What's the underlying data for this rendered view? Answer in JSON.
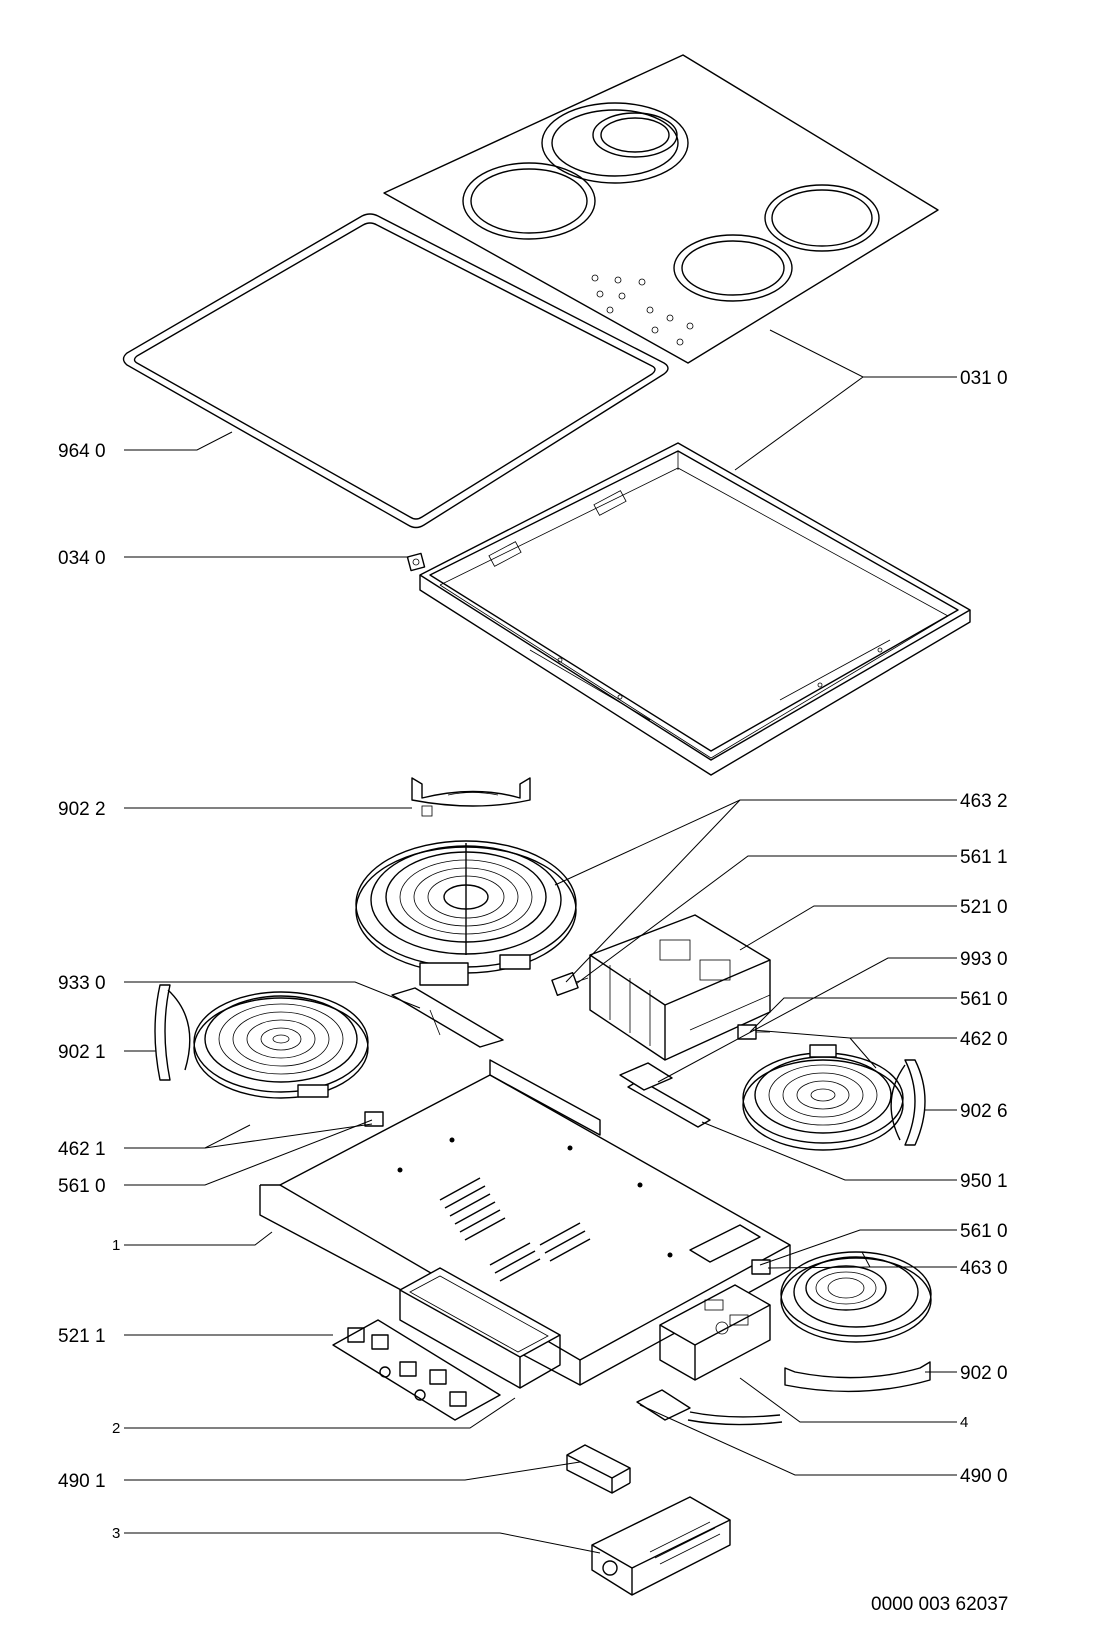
{
  "callouts": {
    "c031_0": "031 0",
    "c964_0": "964 0",
    "c034_0": "034 0",
    "c902_2": "902 2",
    "c463_2": "463 2",
    "c561_1": "561 1",
    "c521_0": "521 0",
    "c933_0": "933 0",
    "c993_0": "993 0",
    "c561_0a": "561 0",
    "c902_1": "902 1",
    "c462_0": "462 0",
    "c902_6": "902 6",
    "c462_1": "462 1",
    "c561_0b": "561 0",
    "c950_1": "950 1",
    "c561_0c": "561 0",
    "c1": "1",
    "c463_0": "463 0",
    "c521_1": "521 1",
    "c902_0": "902 0",
    "c4": "4",
    "c2": "2",
    "c490_0": "490 0",
    "c490_1": "490 1",
    "c3": "3"
  },
  "document_number": "0000 003 62037"
}
